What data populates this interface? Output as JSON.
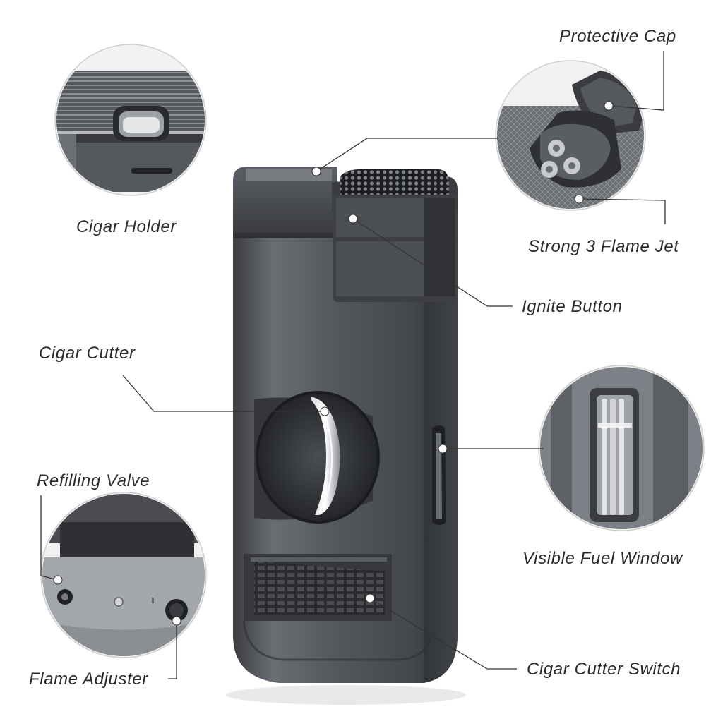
{
  "labels": {
    "protective_cap": "Protective Cap",
    "cigar_holder": "Cigar Holder",
    "strong_jet": "Strong 3 Flame Jet",
    "ignite_button": "Ignite Button",
    "cigar_cutter": "Cigar Cutter",
    "refilling_valve": "Refilling Valve",
    "fuel_window": "Visible Fuel Window",
    "cutter_switch": "Cigar Cutter Switch",
    "flame_adjuster": "Flame Adjuster"
  },
  "colors": {
    "body": "#4e5055",
    "body_dark": "#2e3034",
    "body_light": "#74777d",
    "leader_line": "#333333",
    "label_text": "#2b2b2b"
  }
}
